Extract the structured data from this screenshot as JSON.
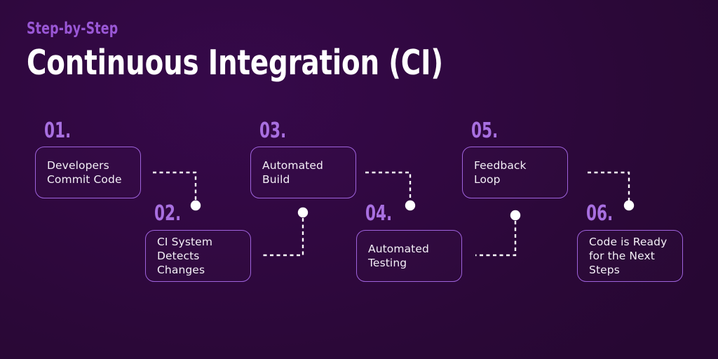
{
  "header": {
    "eyebrow": "Step-by-Step",
    "title": "Continuous Integration (CI)"
  },
  "theme": {
    "background_top": "#36094a",
    "background_bottom": "#270733",
    "accent_purple": "#9a57d6",
    "number_purple": "#a86fe0",
    "box_border": "#9f63dd",
    "text_white": "#f4f0f7",
    "dot_white": "#ffffff"
  },
  "steps": [
    {
      "number": "01.",
      "label": "Developers\nCommit Code"
    },
    {
      "number": "02.",
      "label": "CI System\nDetects\nChanges"
    },
    {
      "number": "03.",
      "label": "Automated\nBuild"
    },
    {
      "number": "04.",
      "label": "Automated\nTesting"
    },
    {
      "number": "05.",
      "label": "Feedback\nLoop"
    },
    {
      "number": "06.",
      "label": "Code is Ready\nfor the Next\nSteps"
    }
  ],
  "connectors": [
    {
      "from": "01.",
      "to": "02.",
      "shape": "right-then-down"
    },
    {
      "from": "02.",
      "to": "03.",
      "shape": "right-then-up"
    },
    {
      "from": "03.",
      "to": "04.",
      "shape": "right-then-down"
    },
    {
      "from": "04.",
      "to": "05.",
      "shape": "right-then-up"
    },
    {
      "from": "05.",
      "to": "06.",
      "shape": "right-then-down"
    }
  ]
}
